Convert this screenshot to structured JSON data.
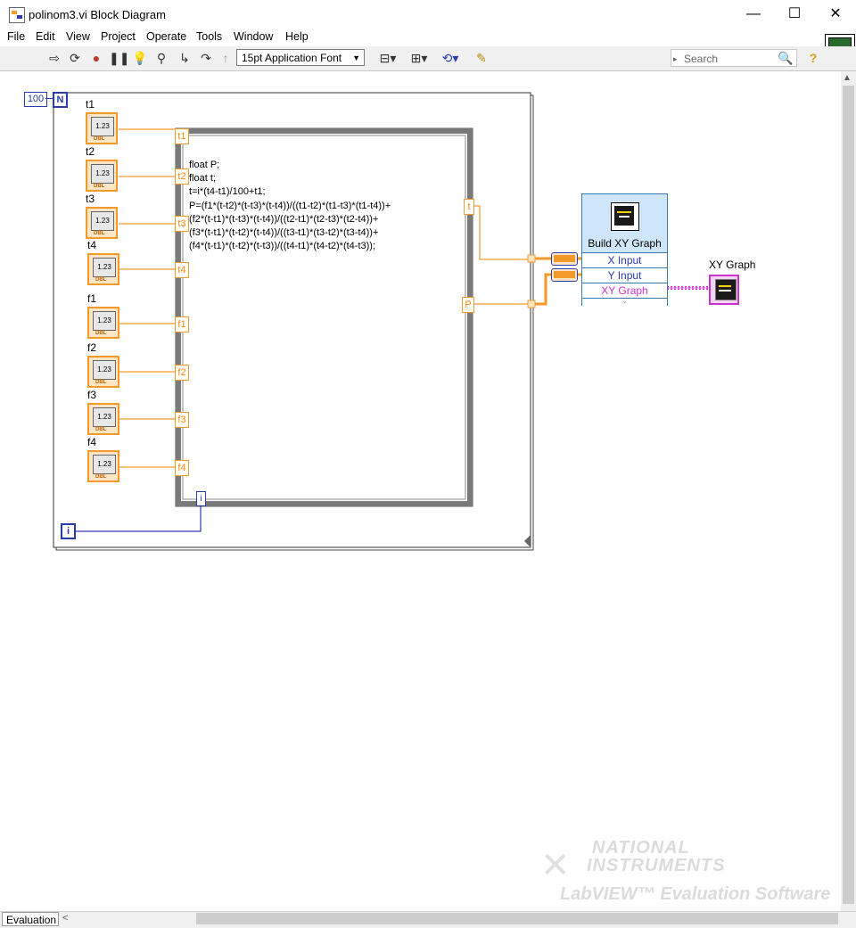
{
  "window": {
    "title": "polinom3.vi Block Diagram",
    "minimize": "—",
    "maximize": "☐",
    "close": "✕"
  },
  "menu": [
    "File",
    "Edit",
    "View",
    "Project",
    "Operate",
    "Tools",
    "Window",
    "Help"
  ],
  "toolbar": {
    "font": "15pt Application Font",
    "search_placeholder": "Search",
    "help": "?"
  },
  "for_loop": {
    "count": "100",
    "n_label": "N",
    "i_label": "i"
  },
  "controls": [
    {
      "label": "t1",
      "value": "1.23",
      "type": "DBL"
    },
    {
      "label": "t2",
      "value": "1.23",
      "type": "DBL"
    },
    {
      "label": "t3",
      "value": "1.23",
      "type": "DBL"
    },
    {
      "label": "t4",
      "value": "1.23",
      "type": "DBL"
    },
    {
      "label": "f1",
      "value": "1.23",
      "type": "DBL"
    },
    {
      "label": "f2",
      "value": "1.23",
      "type": "DBL"
    },
    {
      "label": "f3",
      "value": "1.23",
      "type": "DBL"
    },
    {
      "label": "f4",
      "value": "1.23",
      "type": "DBL"
    }
  ],
  "formula_tunnels": {
    "inputs": [
      "t1",
      "t2",
      "t3",
      "t4",
      "f1",
      "f2",
      "f3",
      "f4"
    ],
    "i": "i",
    "out_t": "t",
    "out_P": "P"
  },
  "formula_lines": [
    "float P;",
    "float t;",
    "t=i*(t4-t1)/100+t1;",
    "P=(f1*(t-t2)*(t-t3)*(t-t4))/((t1-t2)*(t1-t3)*(t1-t4))+",
    "(f2*(t-t1)*(t-t3)*(t-t4))/((t2-t1)*(t2-t3)*(t2-t4))+",
    "(f3*(t-t1)*(t-t2)*(t-t4))/((t3-t1)*(t3-t2)*(t3-t4))+",
    "(f4*(t-t1)*(t-t2)*(t-t3))/((t4-t1)*(t4-t2)*(t4-t3));"
  ],
  "build_xy": {
    "title": "Build XY Graph",
    "x_input": "X Input",
    "y_input": "Y Input",
    "output": "XY Graph"
  },
  "xy_graph": {
    "label": "XY Graph"
  },
  "watermark": {
    "line1": "NATIONAL",
    "line2": "INSTRUMENTS",
    "line3": "LabVIEW™ Evaluation Software"
  },
  "status": {
    "label": "Evaluation"
  },
  "colors": {
    "orange": "#f39a2b",
    "blue": "#2a3bb0",
    "pink": "#cc33cc"
  }
}
